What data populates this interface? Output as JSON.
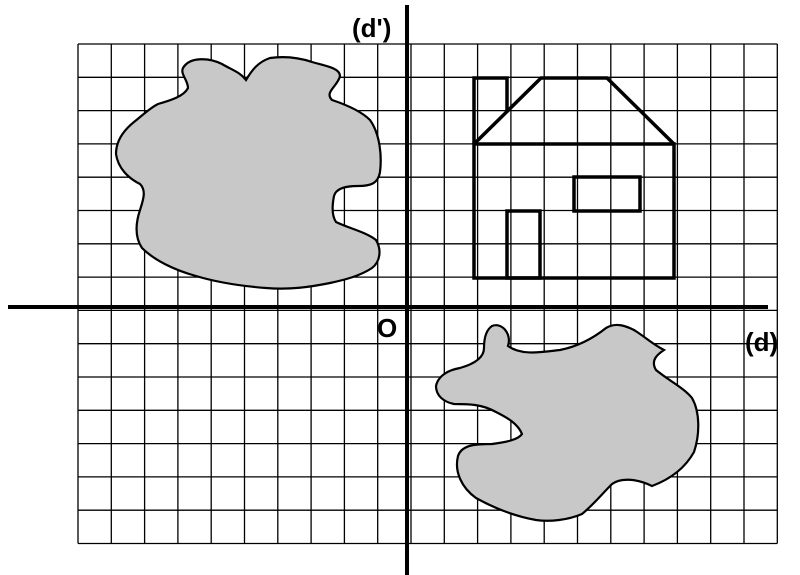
{
  "labels": {
    "vertical_axis": "(d')",
    "horizontal_axis": "(d)",
    "origin": "O"
  },
  "colors": {
    "grid": "#000000",
    "axes": "#000000",
    "house": "#000000",
    "shape_fill": "#c8c8c8",
    "shape_stroke": "#000000",
    "background": "#ffffff"
  },
  "figures": [
    {
      "name": "blob-top-left",
      "kind": "irregular shape"
    },
    {
      "name": "house",
      "kind": "house outline"
    },
    {
      "name": "blob-bottom-right",
      "kind": "irregular shape"
    }
  ]
}
